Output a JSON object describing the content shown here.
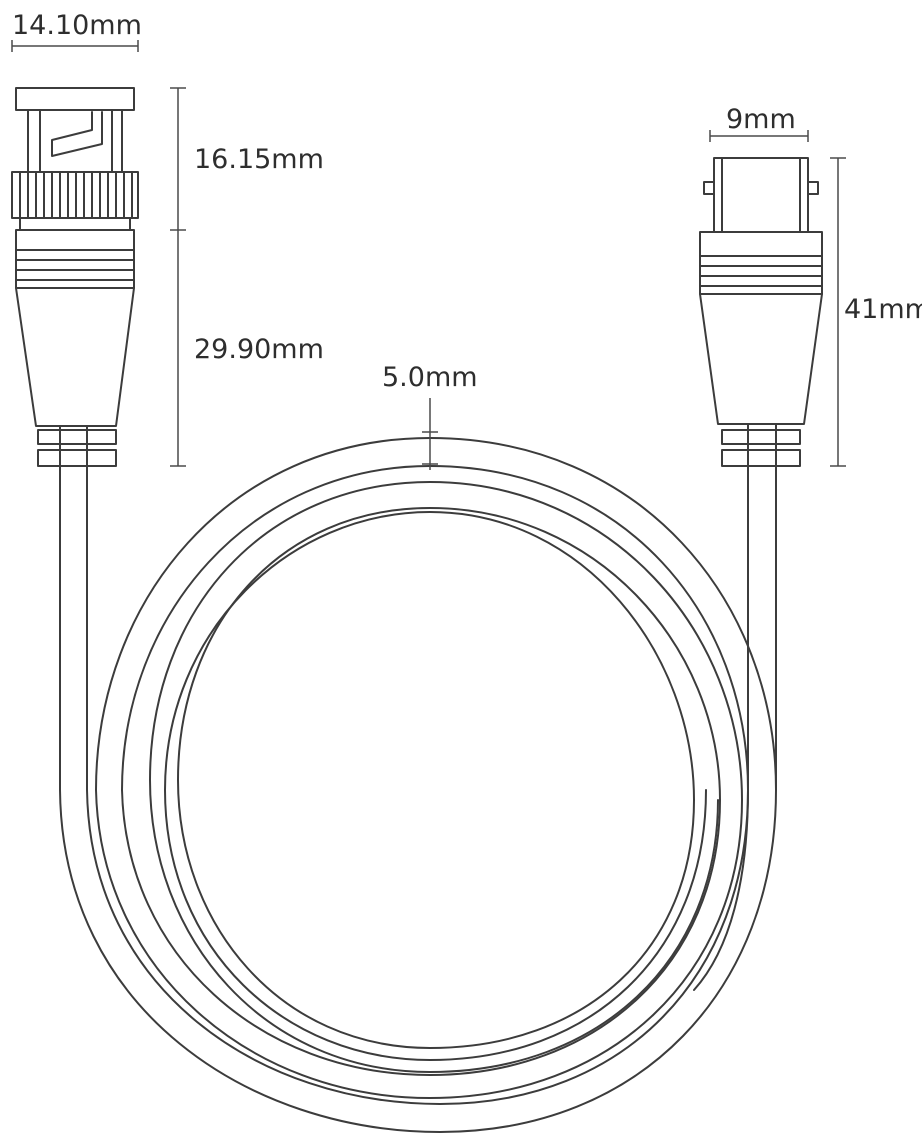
{
  "colors": {
    "line": "#3c3c3c",
    "background": "#ffffff",
    "text": "#2e2e2e"
  },
  "dimensions": {
    "bnc_width": "14.10mm",
    "bnc_head_length": "16.15mm",
    "bnc_body_length": "29.90mm",
    "cable_diameter": "5.0mm",
    "female_width": "9mm",
    "female_length": "41mm"
  }
}
